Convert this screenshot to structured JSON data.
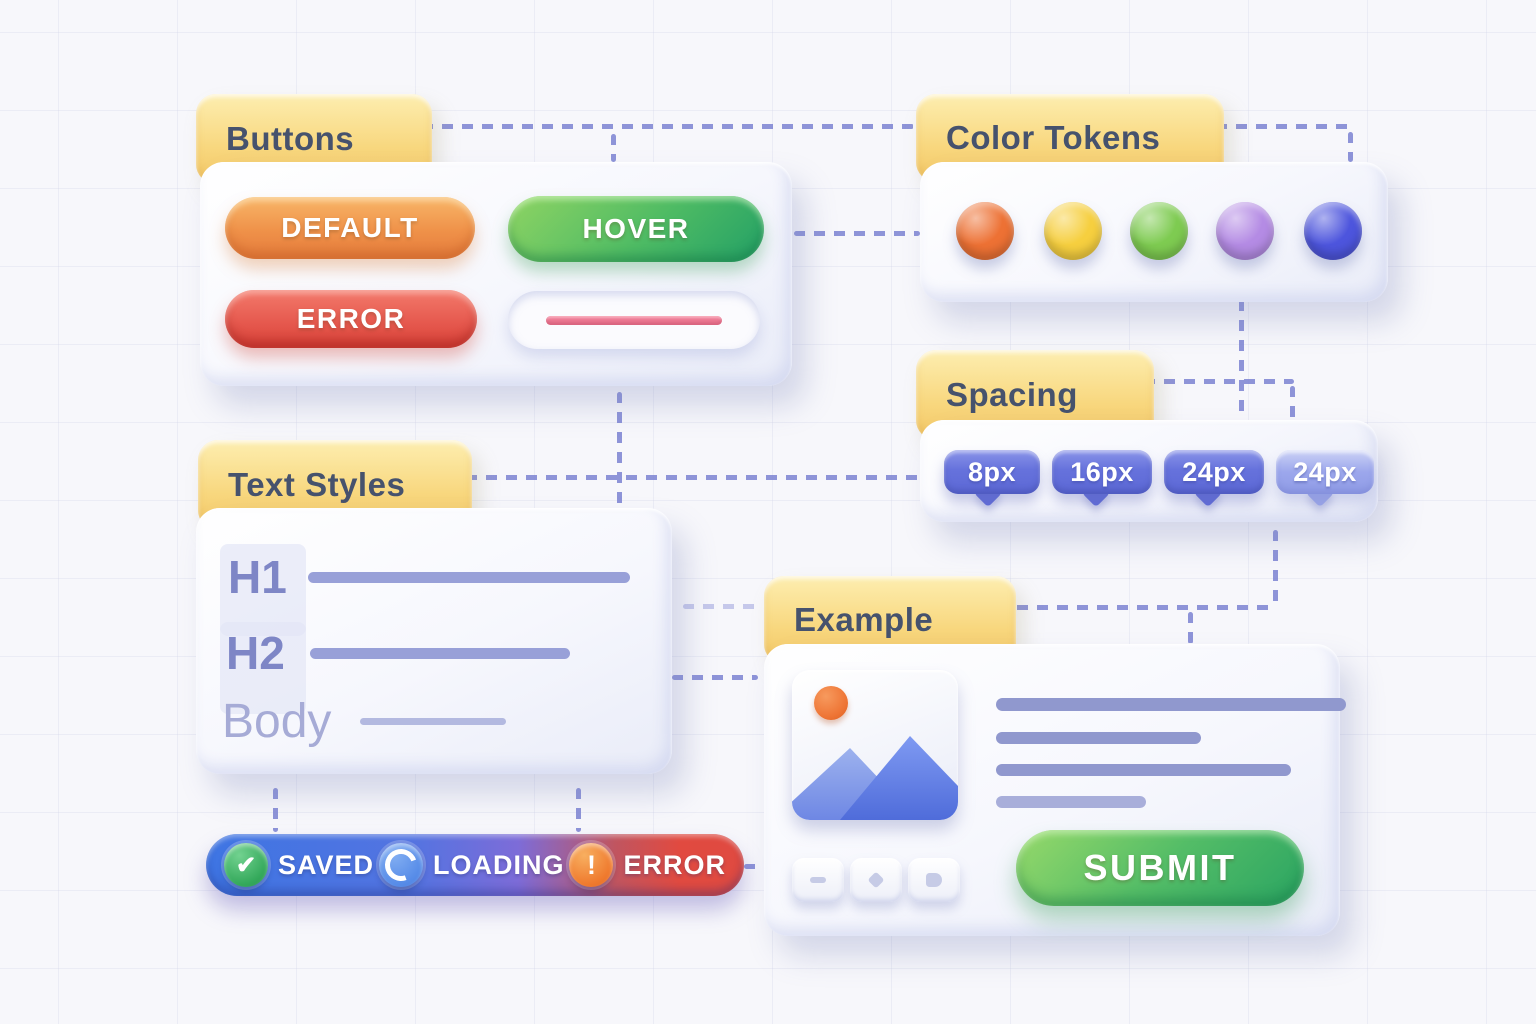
{
  "colors": {
    "background": "#f7f7fb",
    "grid_line": "#dfe1ee",
    "connector": "#7b82d2",
    "tab_yellow": "#f8d77e",
    "tab_text": "#46526d",
    "panel_face": "#f6f7fd",
    "button_default_orange": "#ef9149",
    "button_hover_green": "#4ebb64",
    "button_error_red": "#e65a4f",
    "progress_line_pink": "#ee7b95",
    "submit_green": "#54bd67",
    "badge_indigo": "#6672dc",
    "badge_indigo_faded": "#9ca7ec",
    "text_sample": "#7e86c6",
    "status_bar_blue": "#3e75e3",
    "status_bar_red": "#e14a40"
  },
  "buttons_panel": {
    "tab_label": "Buttons",
    "default_label": "DEFAULT",
    "hover_label": "HOVER",
    "error_label": "ERROR"
  },
  "color_tokens_panel": {
    "tab_label": "Color Tokens",
    "tokens": [
      {
        "name": "orange-token",
        "color": "#ed7134"
      },
      {
        "name": "yellow-token",
        "color": "#f6cf3f"
      },
      {
        "name": "green-token",
        "color": "#7ecb51"
      },
      {
        "name": "purple-token",
        "color": "#b48be4"
      },
      {
        "name": "blue-token",
        "color": "#4d55dd"
      }
    ]
  },
  "spacing_panel": {
    "tab_label": "Spacing",
    "badges": [
      {
        "label": "8px",
        "variant": "solid"
      },
      {
        "label": "16px",
        "variant": "solid"
      },
      {
        "label": "24px",
        "variant": "solid"
      },
      {
        "label": "24px",
        "variant": "faded"
      }
    ]
  },
  "text_styles_panel": {
    "tab_label": "Text Styles",
    "h1_label": "H1",
    "h2_label": "H2",
    "body_label": "Body"
  },
  "example_panel": {
    "tab_label": "Example",
    "submit_label": "SUBMIT",
    "image_placeholder": "mountains-and-sun",
    "text_line_count": 4,
    "mini_buttons": [
      "dash",
      "diamond",
      "square"
    ]
  },
  "status_bar": {
    "saved_label": "SAVED",
    "loading_label": "LOADING",
    "error_label": "ERROR"
  }
}
